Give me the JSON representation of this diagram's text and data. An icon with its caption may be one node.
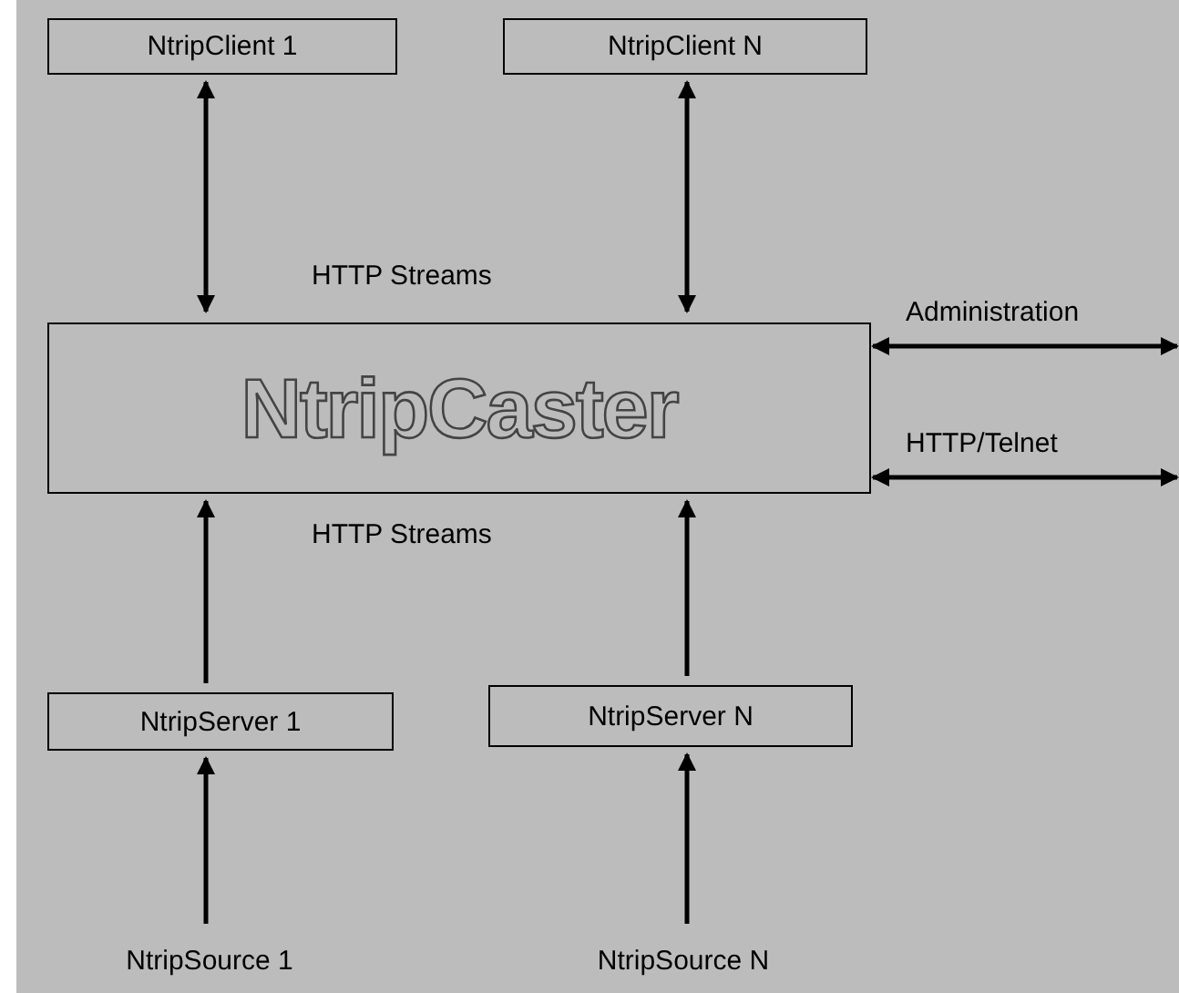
{
  "diagram": {
    "nodes": [
      {
        "text": [
          "NtripClient 1"
        ]
      },
      {
        "text": [
          "NtripClient N"
        ]
      },
      {
        "text": [
          "NtripCaster"
        ]
      },
      {
        "text": [
          "NtripServer 1"
        ]
      },
      {
        "text": [
          "NtripServer N"
        ]
      },
      {
        "text": [
          "NtripSource 1"
        ]
      },
      {
        "text": [
          "NtripSource N"
        ]
      }
    ],
    "edges": [
      {
        "from": 0,
        "to": 2,
        "arrow": "both"
      },
      {
        "from": 1,
        "to": 2,
        "arrow": "both"
      },
      {
        "from": 3,
        "to": 2,
        "arrow": "to"
      },
      {
        "from": 4,
        "to": 2,
        "arrow": "to"
      },
      {
        "from": 5,
        "to": 3,
        "arrow": "to"
      },
      {
        "from": 6,
        "to": 4,
        "arrow": "to"
      },
      {
        "from": 2,
        "to": null,
        "label": "Administration",
        "arrow": "both"
      },
      {
        "from": 2,
        "to": null,
        "label": "HTTP/Telnet",
        "arrow": "both"
      }
    ],
    "labels": [
      "HTTP Streams",
      "HTTP Streams"
    ]
  }
}
